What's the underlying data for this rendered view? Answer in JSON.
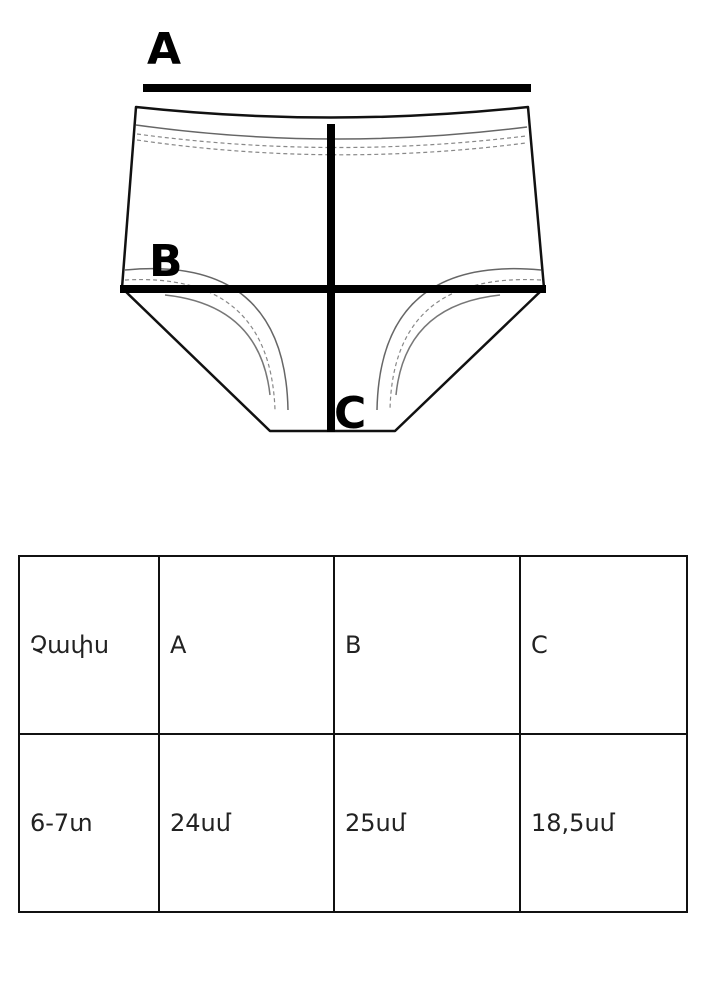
{
  "diagram": {
    "label_a": "A",
    "label_b": "B",
    "label_c": "C"
  },
  "table": {
    "header": [
      "Չափս",
      "A",
      "B",
      "C"
    ],
    "row": [
      "6-7տ",
      "24սմ",
      "25սմ",
      "18,5սմ"
    ]
  }
}
